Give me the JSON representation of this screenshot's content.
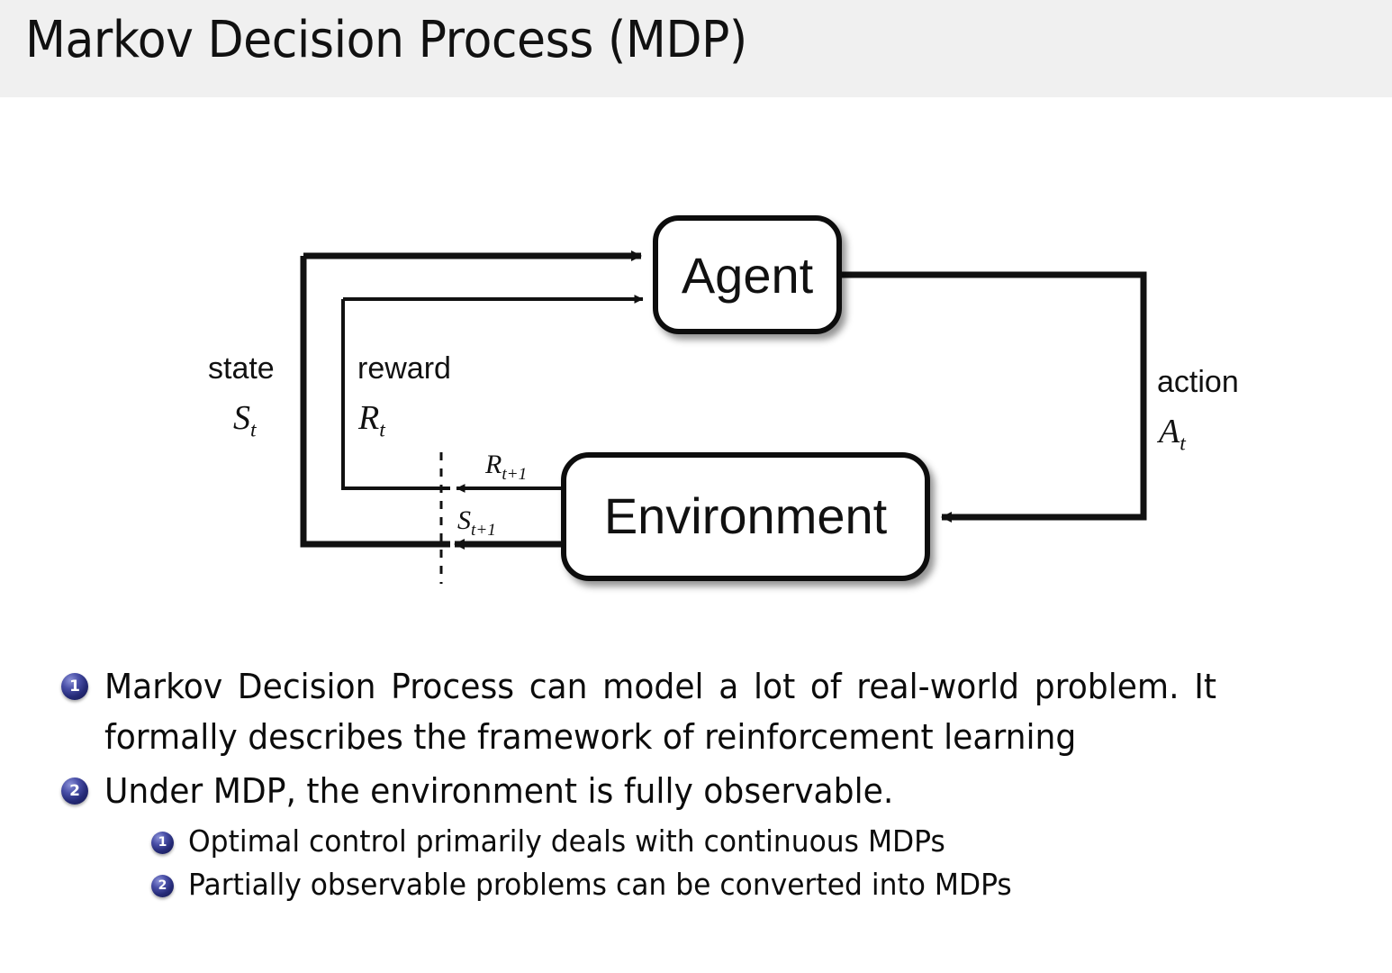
{
  "header": {
    "title": "Markov Decision Process (MDP)",
    "background_color": "#f0f0f0"
  },
  "diagram": {
    "name": "agent-environment-interaction-loop",
    "nodes": [
      {
        "id": "agent",
        "label": "Agent"
      },
      {
        "id": "environment",
        "label": "Environment"
      }
    ],
    "edge_labels": {
      "state_word": "state",
      "state_symbol": "S",
      "state_subscript": "t",
      "reward_word": "reward",
      "reward_symbol": "R",
      "reward_subscript": "t",
      "action_word": "action",
      "action_symbol": "A",
      "action_subscript": "t",
      "next_reward_symbol": "R",
      "next_reward_subscript": "t+1",
      "next_state_symbol": "S",
      "next_state_subscript": "t+1"
    },
    "stroke_color": "#111111",
    "node_fill": "#ffffff"
  },
  "bullets": {
    "bullet_color": "#252a77",
    "items": [
      {
        "marker": "1",
        "text": "Markov Decision Process can model a lot of real-world problem. It formally describes the framework of reinforcement learning",
        "children": []
      },
      {
        "marker": "2",
        "text": "Under MDP, the environment is fully observable.",
        "children": [
          {
            "marker": "1",
            "text": "Optimal control primarily deals with continuous MDPs"
          },
          {
            "marker": "2",
            "text": "Partially observable problems can be converted into MDPs"
          }
        ]
      }
    ]
  }
}
